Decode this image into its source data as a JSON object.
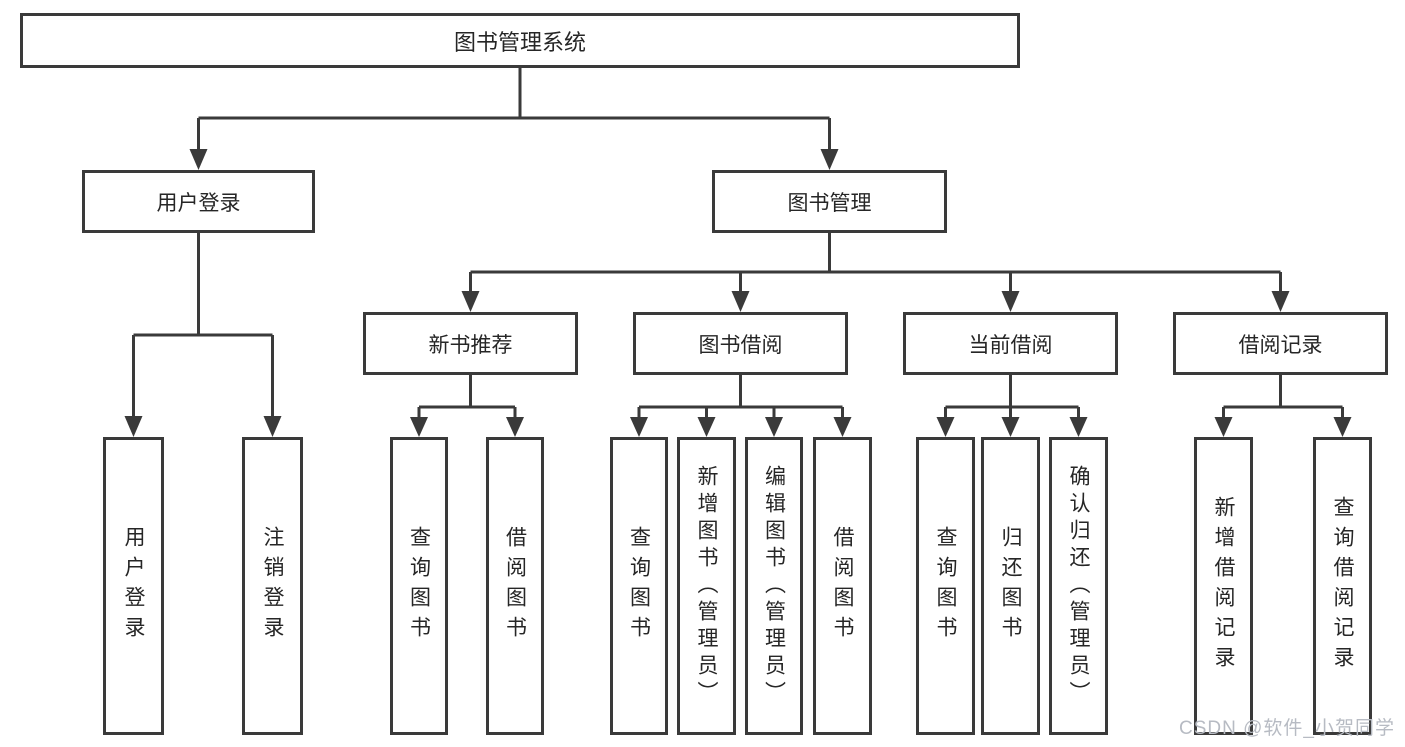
{
  "page": {
    "watermark": "CSDN @软件_小贺同学"
  },
  "style": {
    "background": "#ffffff",
    "line_color": "#3a3a3a",
    "text_color": "#262626",
    "watermark_color": "#b7bbc3"
  },
  "tree": {
    "label": "图书管理系统",
    "children": [
      {
        "label": "用户登录",
        "children": [
          {
            "label": "用户登录"
          },
          {
            "label": "注销登录"
          }
        ]
      },
      {
        "label": "图书管理",
        "children": [
          {
            "label": "新书推荐",
            "children": [
              {
                "label": "查询图书"
              },
              {
                "label": "借阅图书"
              }
            ]
          },
          {
            "label": "图书借阅",
            "children": [
              {
                "label": "查询图书"
              },
              {
                "label": "新增图书（管理员）"
              },
              {
                "label": "编辑图书（管理员）"
              },
              {
                "label": "借阅图书"
              }
            ]
          },
          {
            "label": "当前借阅",
            "children": [
              {
                "label": "查询图书"
              },
              {
                "label": "归还图书"
              },
              {
                "label": "确认归还（管理员）"
              }
            ]
          },
          {
            "label": "借阅记录",
            "children": [
              {
                "label": "新增借阅记录"
              },
              {
                "label": "查询借阅记录"
              }
            ]
          }
        ]
      }
    ]
  }
}
